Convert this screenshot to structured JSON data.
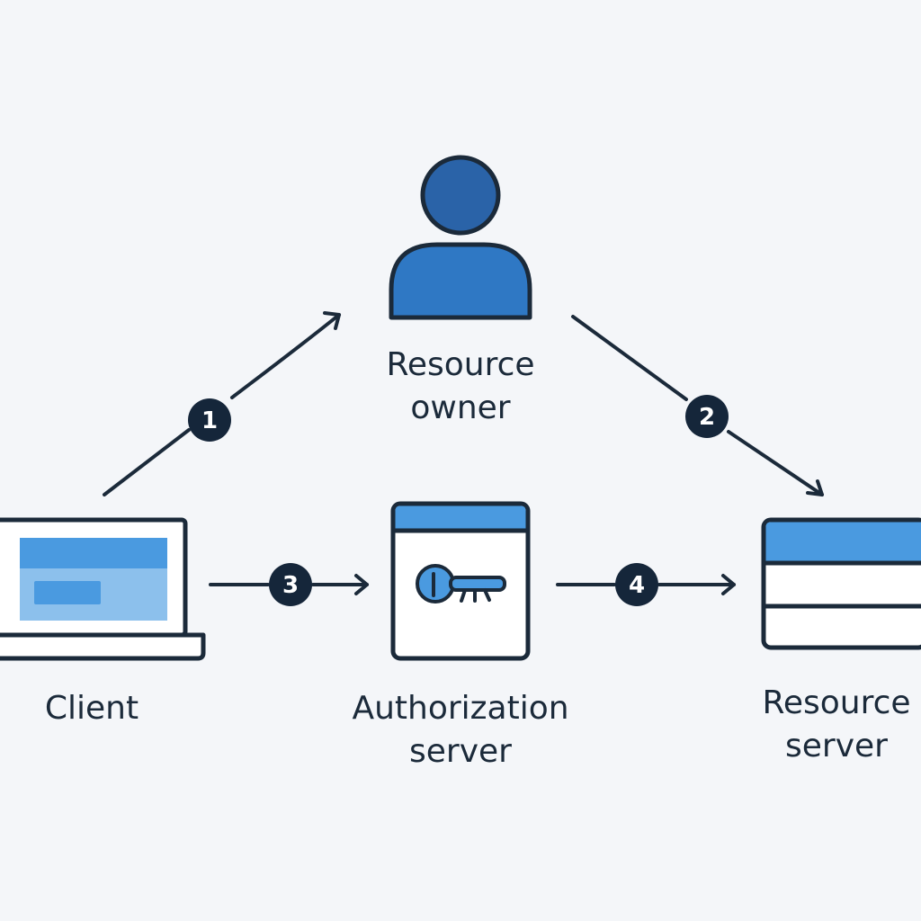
{
  "nodes": {
    "resource_owner": {
      "line1": "Resource",
      "line2": "owner"
    },
    "client": {
      "line1": "Client"
    },
    "authorization_server": {
      "line1": "Authorization",
      "line2": "server"
    },
    "resource_server": {
      "line1": "Resource",
      "line2": "server"
    }
  },
  "steps": [
    "1",
    "2",
    "3",
    "4"
  ],
  "icons": {
    "resource_owner": "person-icon",
    "client": "laptop-icon",
    "authorization_server": "key-window-icon",
    "resource_server": "server-icon"
  },
  "colors": {
    "background": "#f4f6f9",
    "outline": "#1b2a3a",
    "primary_blue": "#2f78c4",
    "light_blue": "#4a9ae0",
    "pale_blue": "#8cc0ec",
    "badge": "#15263a"
  }
}
